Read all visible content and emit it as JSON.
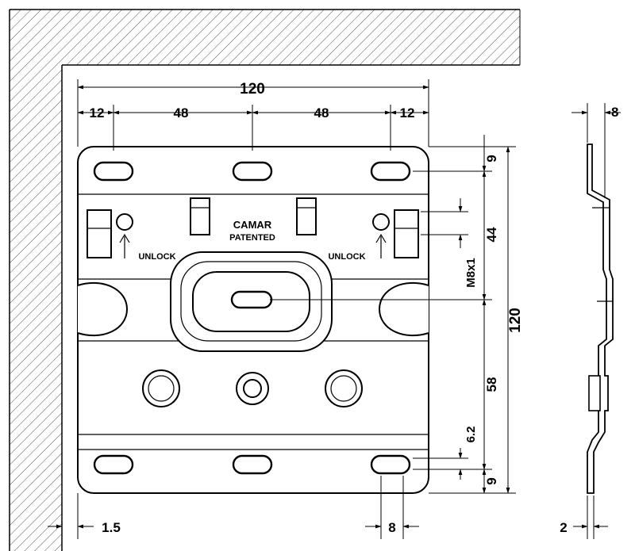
{
  "drawing": {
    "dimensions": {
      "overall_width": "120",
      "edge_left": "12",
      "pitch_left": "48",
      "pitch_right": "48",
      "edge_right": "12",
      "top_offset": "9",
      "mid_spacing": "44",
      "thread": "M8x1",
      "overall_height": "120",
      "lower_spacing": "58",
      "slot_step": "6.2",
      "bottom_offset": "9",
      "wall_gap": "1.5",
      "slot_width": "8",
      "profile_thickness": "8",
      "profile_base": "2"
    },
    "labels": {
      "brand": "CAMAR",
      "patent": "PATENTED",
      "unlock_left": "UNLOCK",
      "unlock_right": "UNLOCK"
    }
  }
}
